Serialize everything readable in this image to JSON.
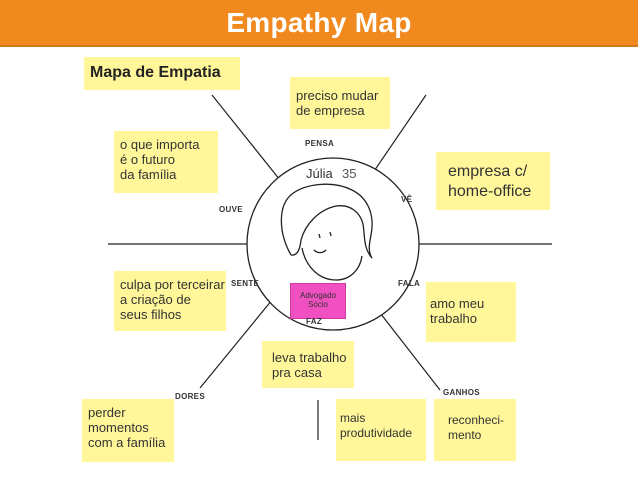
{
  "header": {
    "title": "Empathy Map"
  },
  "map_title": "Mapa de Empatia",
  "persona": {
    "name": "Júlia",
    "age": "35",
    "role": "Advogado\nSócio"
  },
  "sectors": {
    "pensa": "PENSA",
    "ve": "VÊ",
    "ouve": "OUVE",
    "sente": "SENTE",
    "fala": "FALA",
    "faz": "FAZ",
    "dores": "DORES",
    "ganhos": "GANHOS"
  },
  "notes": {
    "pensa": "preciso mudar\nde empresa",
    "ouve": "o que importa\né o futuro\n da família",
    "ve": "empresa c/\nhome-office",
    "sente": "culpa por terceirar\na criação de\nseus filhos",
    "fala": "amo meu\ntrabalho",
    "faz": "leva trabalho\npra casa",
    "dores": "perder\nmomentos\ncom a família",
    "ganhos_1": "mais\nprodutividade",
    "ganhos_2": "reconheci-\nmento"
  },
  "colors": {
    "header": "#f0891e",
    "sticky_note": "#fff79a",
    "role_badge": "#f050c0"
  }
}
